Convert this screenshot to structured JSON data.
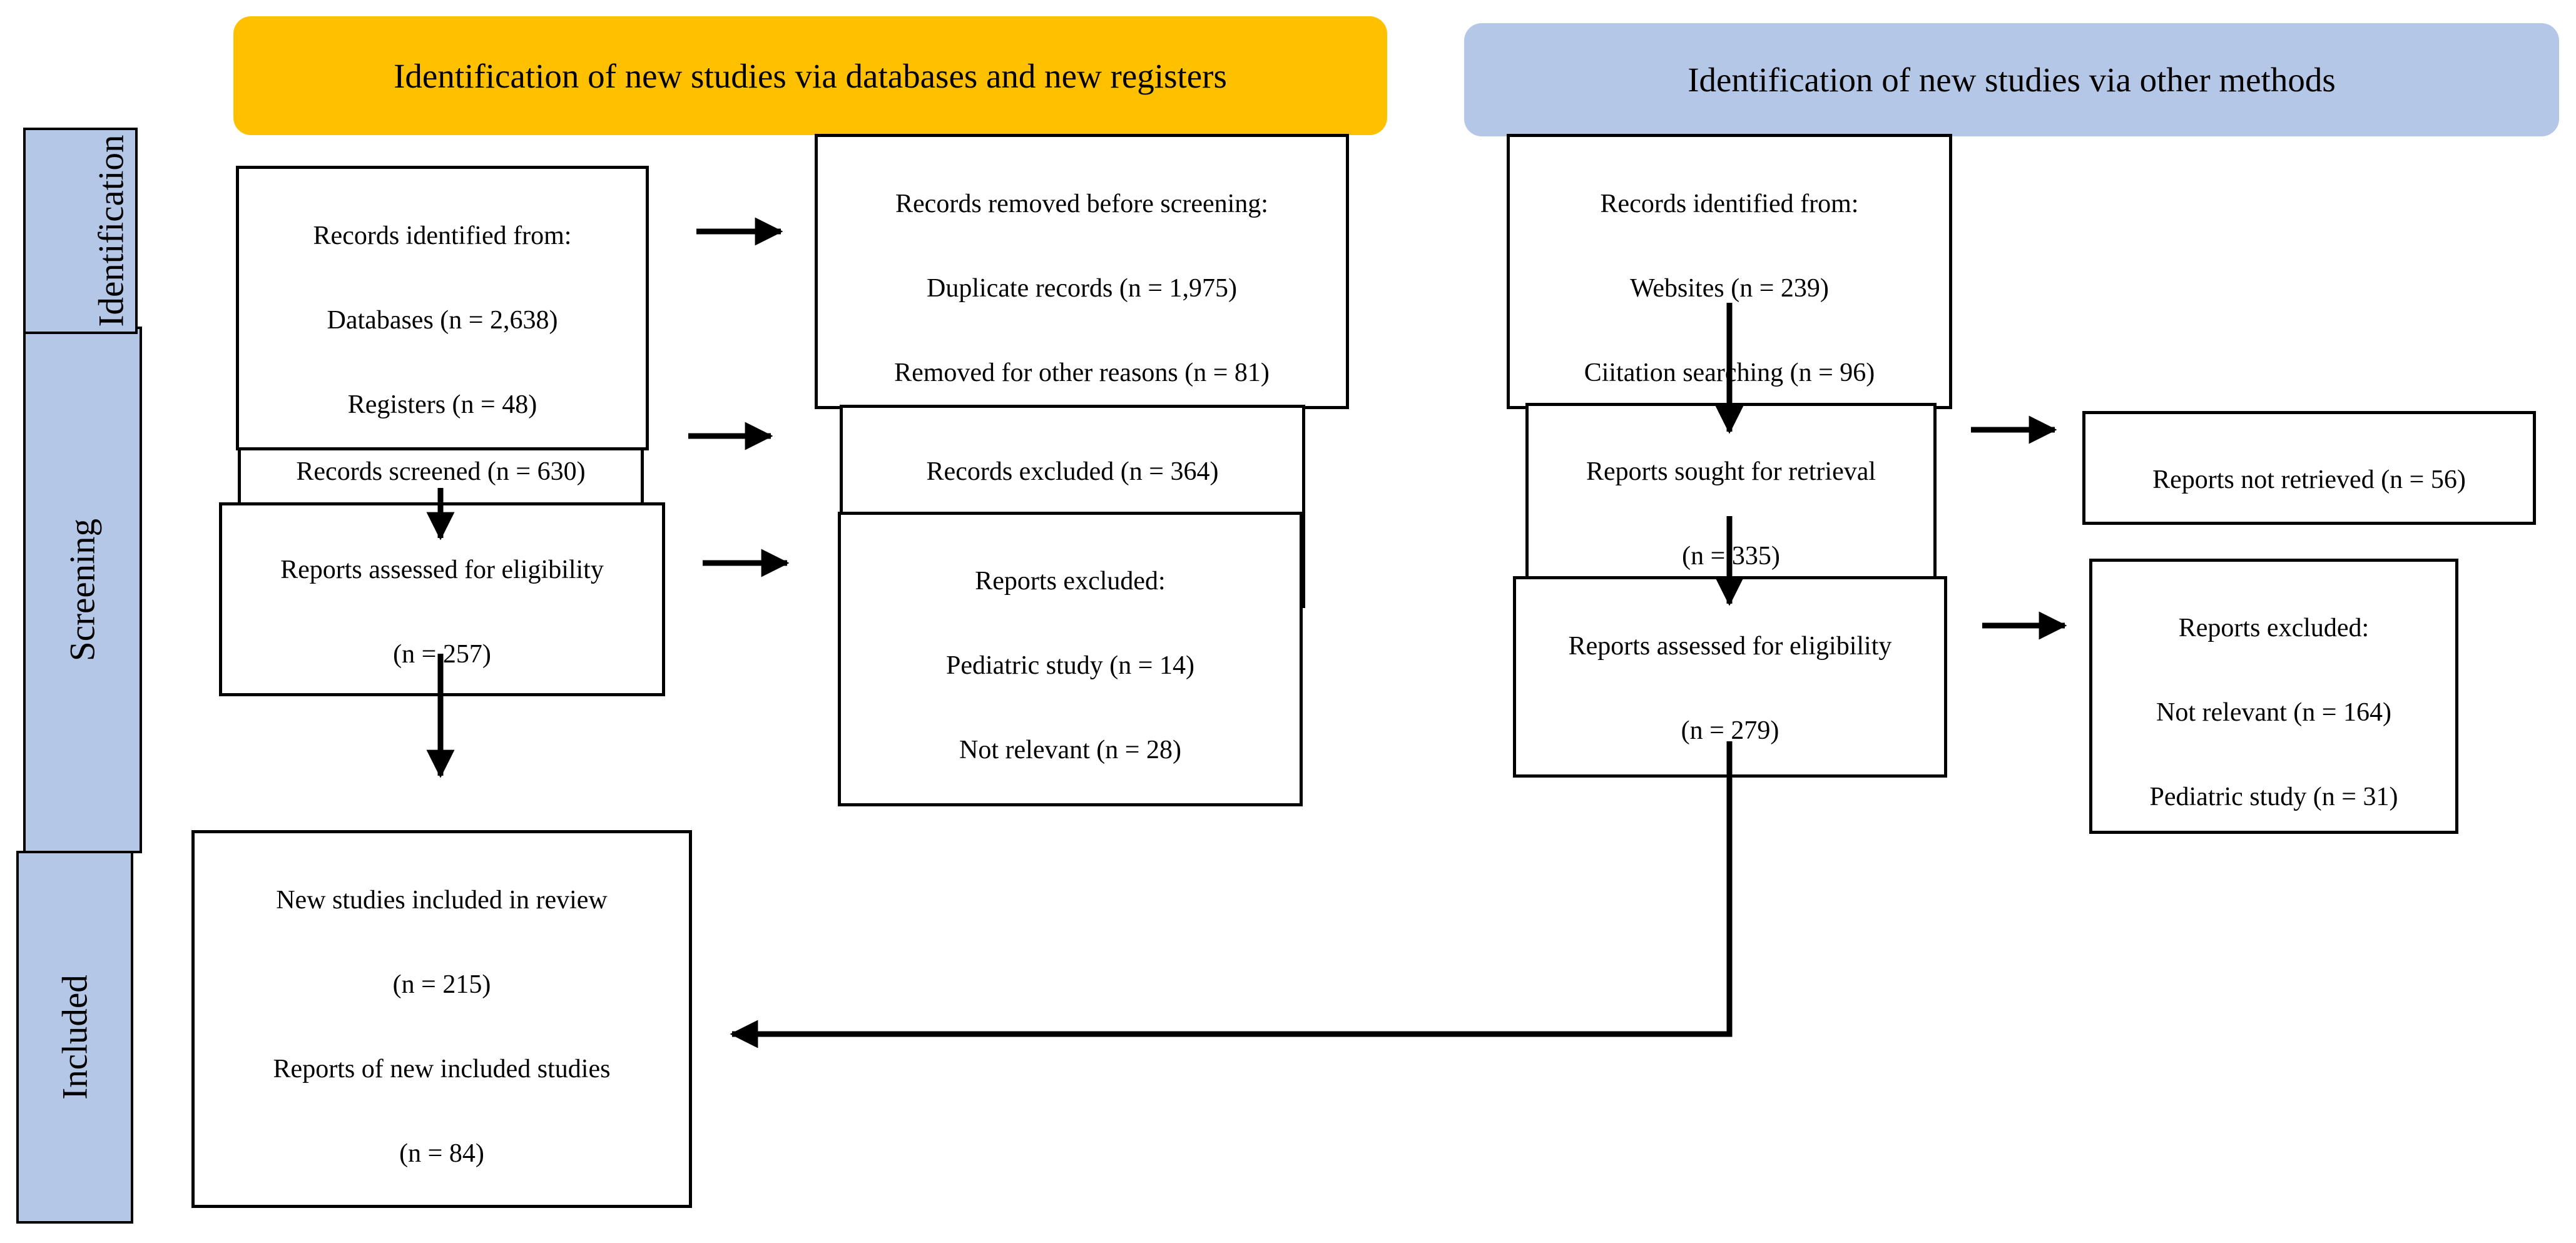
{
  "headers": {
    "databases": "Identification of new studies via databases and new registers",
    "other_methods": "Identification of new studies via other methods"
  },
  "stages": {
    "identification": "Identification",
    "screening": "Screening",
    "included": "Included"
  },
  "databases_column": {
    "records_identified": {
      "title": "Records identified from:",
      "databases": "Databases (n = 2,638)",
      "registers": "Registers (n = 48)"
    },
    "records_removed": {
      "title": "Records removed before screening:",
      "duplicates": "Duplicate records (n = 1,975)",
      "other_reasons": "Removed for other reasons (n = 81)"
    },
    "records_screened": "Records screened (n = 630)",
    "records_excluded": "Records excluded (n = 364)",
    "reports_assessed": {
      "title": "Reports assessed for eligibility",
      "count": "(n = 257)"
    },
    "reports_excluded": {
      "title": "Reports excluded:",
      "pediatric": "Pediatric study (n = 14)",
      "not_relevant": "Not relevant (n = 28)"
    },
    "included": {
      "studies_title": "New studies included in review",
      "studies_count": "(n = 215)",
      "reports_title": "Reports of new included studies",
      "reports_count": "(n = 84)"
    }
  },
  "other_methods_column": {
    "records_identified": {
      "title": "Records identified from:",
      "websites": "Websites (n = 239)",
      "citation": "Ciitation searching (n = 96)"
    },
    "reports_sought": {
      "title": "Reports sought for retrieval",
      "count": "(n = 335)"
    },
    "reports_not_retrieved": "Reports not retrieved (n = 56)",
    "reports_assessed": {
      "title": "Reports assessed for eligibility",
      "count": "(n = 279)"
    },
    "reports_excluded": {
      "title": "Reports excluded:",
      "not_relevant": "Not relevant (n = 164)",
      "pediatric": "Pediatric study (n = 31)"
    }
  },
  "colors": {
    "header_databases": "#ffc000",
    "header_other": "#b4c7e7",
    "stage_label": "#b4c7e7"
  }
}
